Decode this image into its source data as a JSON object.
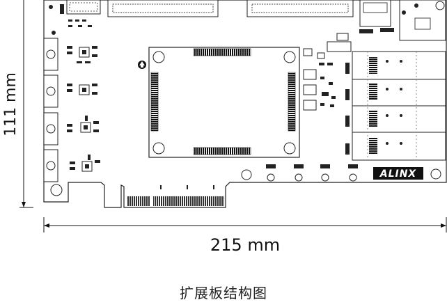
{
  "dimensions": {
    "height_label": "111 mm",
    "width_label": "215 mm"
  },
  "board": {
    "logo_text": "ALINX"
  },
  "caption": "扩展板结构图"
}
